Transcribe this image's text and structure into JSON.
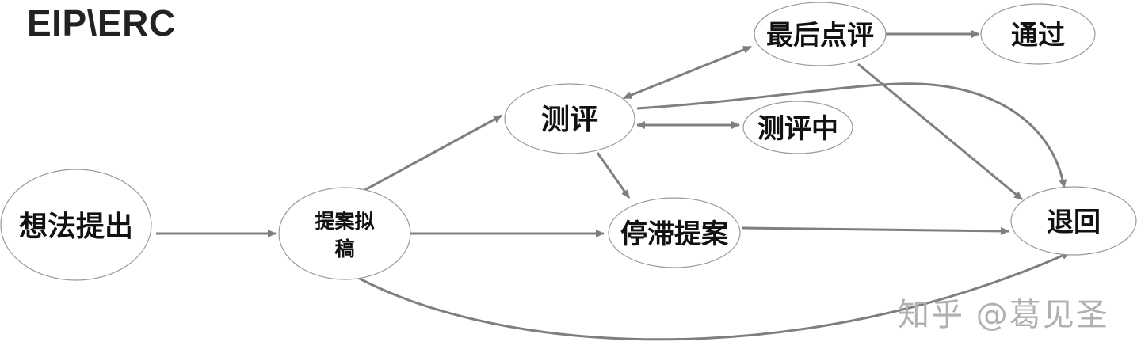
{
  "title": "EIP\\ERC",
  "watermark": "知乎 @葛见圣",
  "colors": {
    "edge": "#7f7f7f",
    "node_border": "#999999",
    "text": "#111111"
  },
  "nodes": {
    "idea": "想法提出",
    "draft_line1": "提案拟",
    "draft_line2": "稿",
    "review": "测评",
    "stalled": "停滞提案",
    "final_review": "最后点评",
    "in_review": "测评中",
    "accepted": "通过",
    "withdrawn": "退回"
  }
}
